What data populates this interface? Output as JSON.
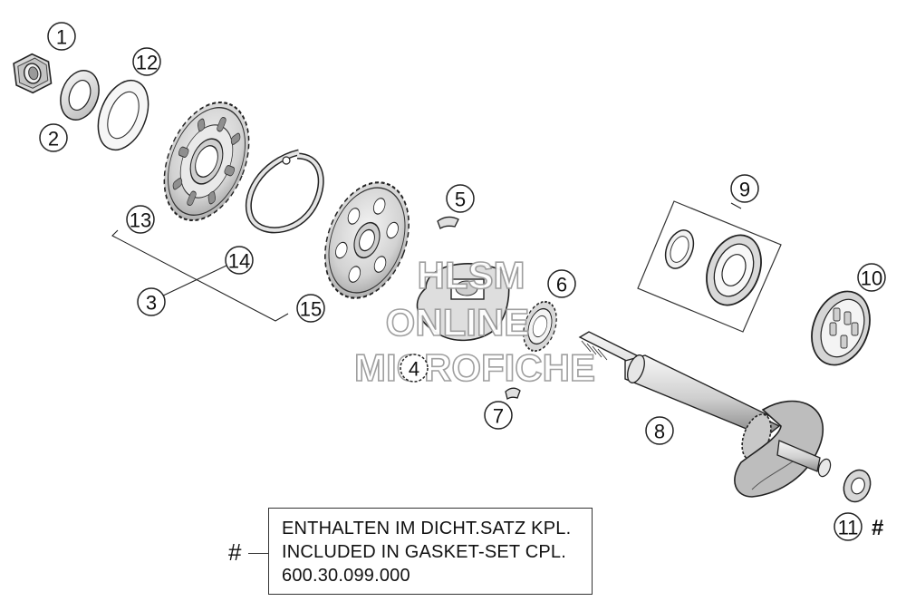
{
  "callouts": {
    "c1": "1",
    "c2": "2",
    "c3": "3",
    "c4": "4",
    "c5": "5",
    "c6": "6",
    "c7": "7",
    "c8": "8",
    "c9": "9",
    "c10": "10",
    "c11": "11",
    "c12": "12",
    "c13": "13",
    "c14": "14",
    "c15": "15"
  },
  "hash_marker": "#",
  "watermark": {
    "line1": "HLSM",
    "line2": "ONLINE",
    "line3": "MICROFICHE"
  },
  "legend": {
    "marker": "#",
    "line1": "ENTHALTEN IM DICHT.SATZ KPL.",
    "line2": "INCLUDED IN GASKET-SET CPL.",
    "line3": "600.30.099.000"
  },
  "colors": {
    "line": "#222222",
    "shade": "#bdbdbd",
    "light": "#e6e6e6",
    "watermark_stroke": "#9a9a9a"
  }
}
